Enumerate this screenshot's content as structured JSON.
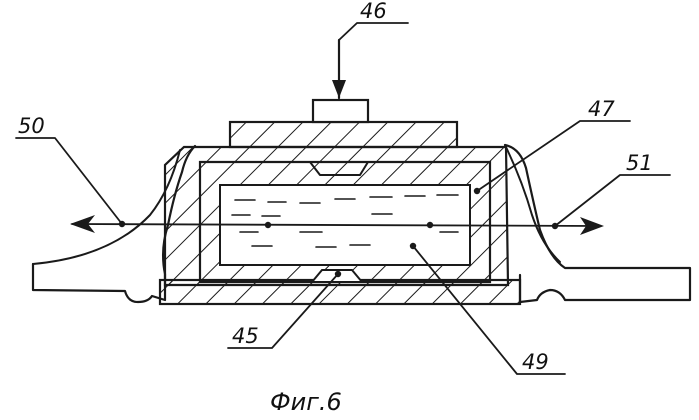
{
  "figure": {
    "caption": "Фиг.6",
    "labels": {
      "l45": "45",
      "l46": "46",
      "l47": "47",
      "l49": "49",
      "l50": "50",
      "l51": "51"
    }
  },
  "colors": {
    "ink": "#1a1a1a",
    "paper": "#ffffff"
  }
}
